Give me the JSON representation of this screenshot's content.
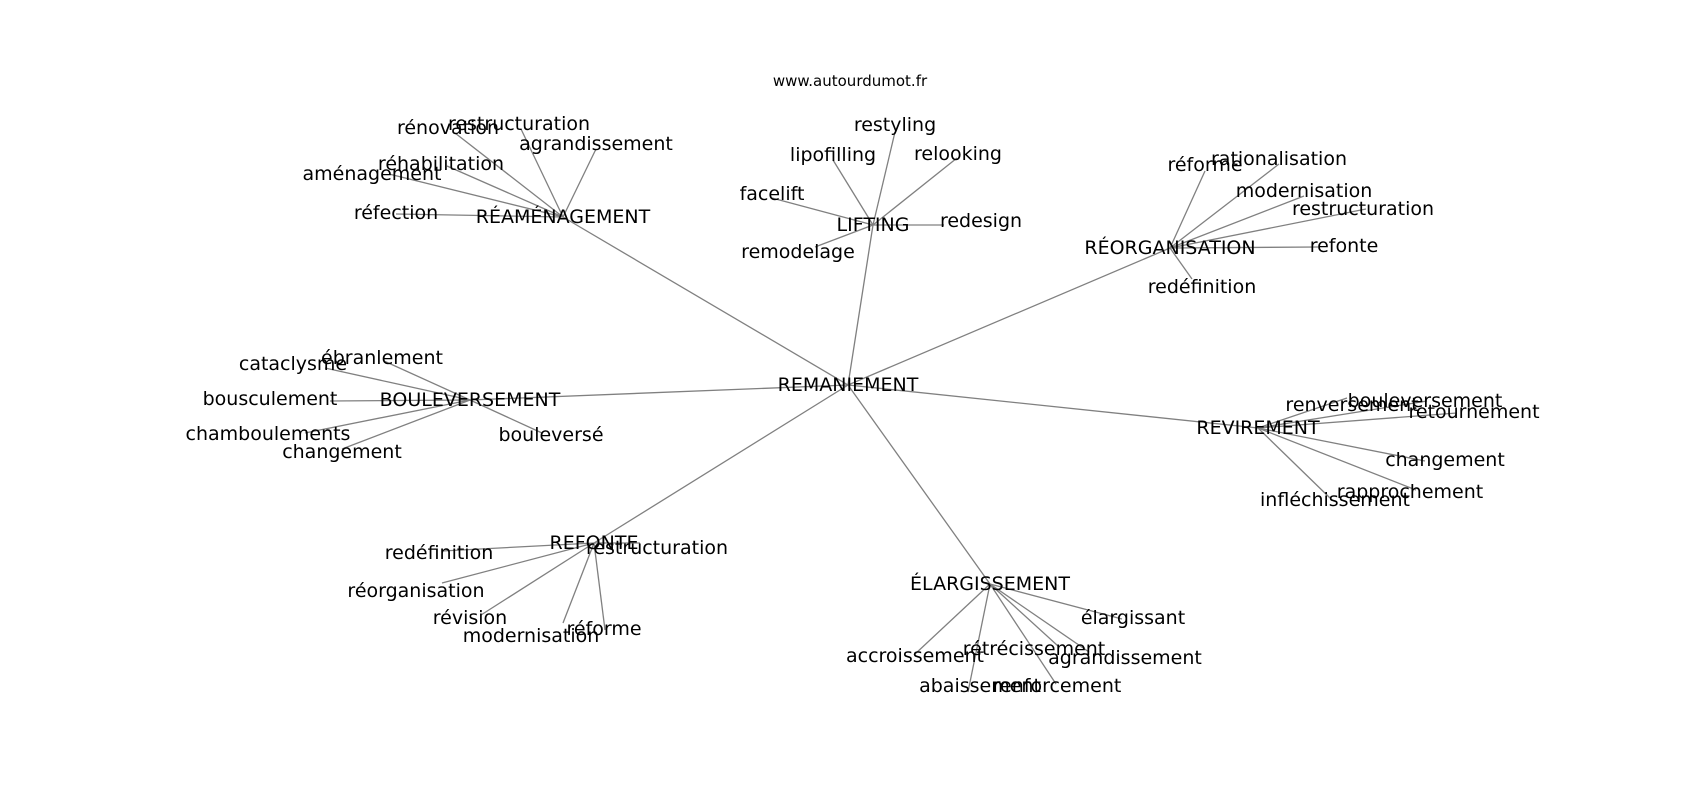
{
  "source_label": "www.autourdumot.fr",
  "colors": {
    "edge": "#808080",
    "text": "#000000",
    "background": "#ffffff"
  },
  "center": "REMANIEMENT",
  "groups": [
    {
      "label": "RÉAMÉNAGEMENT",
      "leaves": [
        "rénovation",
        "restructuration",
        "agrandissement",
        "réhabilitation",
        "aménagement",
        "réfection"
      ]
    },
    {
      "label": "LIFTING",
      "leaves": [
        "restyling",
        "lipofilling",
        "relooking",
        "facelift",
        "redesign",
        "remodelage"
      ]
    },
    {
      "label": "RÉORGANISATION",
      "leaves": [
        "réforme",
        "rationalisation",
        "modernisation",
        "restructuration",
        "refonte",
        "redéfinition"
      ]
    },
    {
      "label": "BOULEVERSEMENT",
      "leaves": [
        "cataclysme",
        "ébranlement",
        "bousculement",
        "chamboulements",
        "changement",
        "bouleversé"
      ]
    },
    {
      "label": "REVIREMENT",
      "leaves": [
        "renversement",
        "bouleversement",
        "retournement",
        "changement",
        "rapprochement",
        "infléchissement"
      ]
    },
    {
      "label": "REFONTE",
      "leaves": [
        "redéfinition",
        "restructuration",
        "réorganisation",
        "révision",
        "modernisation",
        "réforme"
      ]
    },
    {
      "label": "ÉLARGISSEMENT",
      "leaves": [
        "élargissant",
        "rétrécissement",
        "agrandissement",
        "accroissement",
        "abaissement",
        "renforcement"
      ]
    }
  ]
}
